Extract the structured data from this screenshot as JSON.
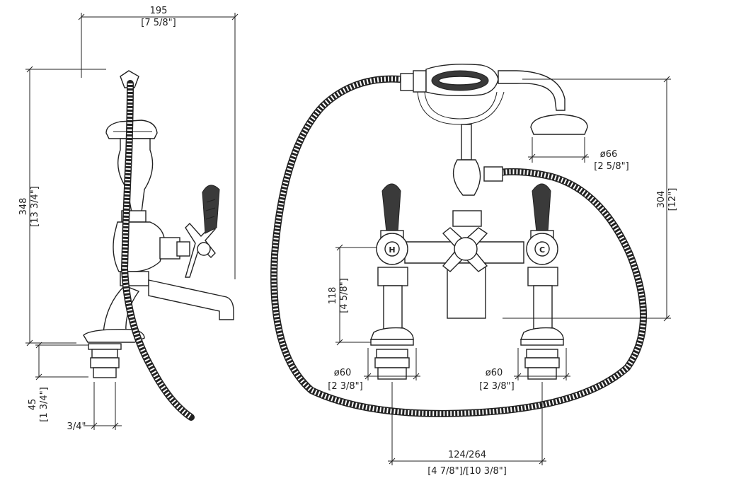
{
  "side_view": {
    "width_mm": "195",
    "width_in": "[7 5/8\"]",
    "height_mm": "348",
    "height_in": "[13 3/4\"]",
    "shank_mm": "45",
    "shank_in": "[1 3/4\"]",
    "thread": "3/4\""
  },
  "front_view": {
    "head_diameter_mm": "ø66",
    "head_diameter_in": "[2 5/8\"]",
    "height_mm": "304",
    "height_in": "[12\"]",
    "valve_height_mm": "118",
    "valve_height_in": "[4 5/8\"]",
    "left_base_mm": "ø60",
    "left_base_in": "[2 3/8\"]",
    "right_base_mm": "ø60",
    "right_base_in": "[2 3/8\"]",
    "centers_mm": "124/264",
    "centers_in": "[4 7/8\"]/[10 3/8\"]",
    "hot_label": "H",
    "cold_label": "C"
  }
}
